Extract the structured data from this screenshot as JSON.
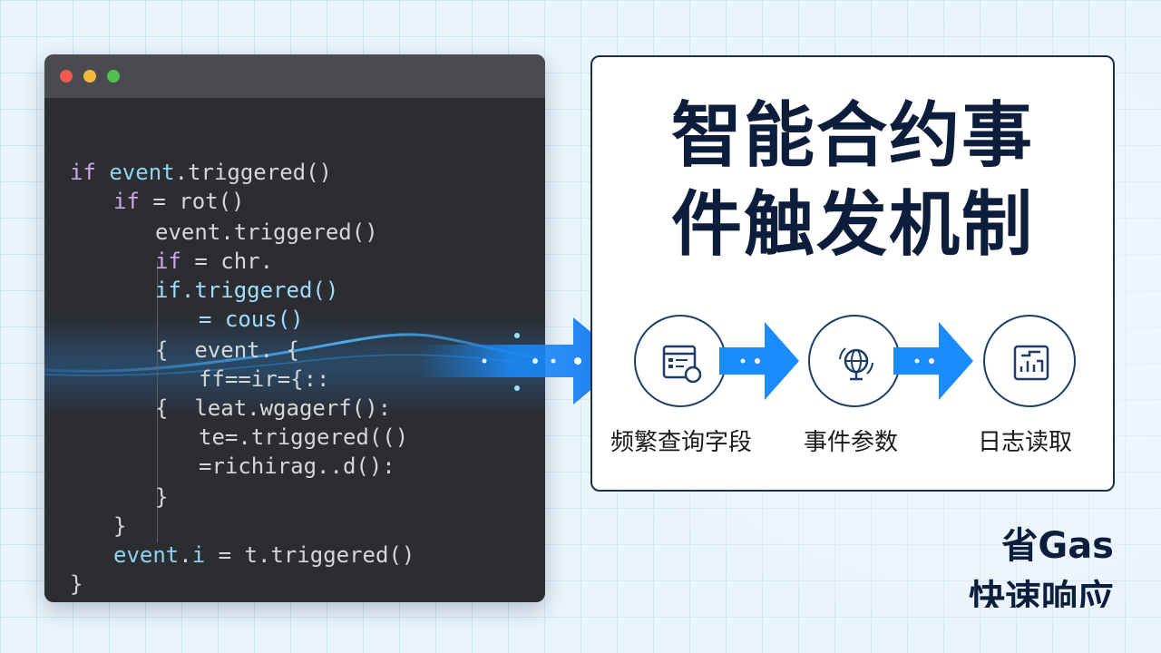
{
  "editor": {
    "lines": [
      {
        "parts": [
          {
            "t": "if",
            "c": "kw"
          },
          {
            "t": " "
          },
          {
            "t": "event",
            "c": "fn"
          },
          {
            "t": ".triggered()"
          }
        ]
      },
      {
        "parts": [
          {
            "t": "if",
            "c": "kw"
          },
          {
            "t": " = rot()"
          }
        ]
      },
      {
        "parts": [
          {
            "t": "event.triggered()"
          }
        ]
      },
      {
        "parts": [
          {
            "t": "if",
            "c": "kw"
          },
          {
            "t": " = chr."
          }
        ]
      },
      {
        "parts": [
          {
            "t": "if.triggered()"
          }
        ]
      },
      {
        "parts": [
          {
            "t": "= cous()"
          }
        ]
      },
      {
        "parts": [
          {
            "t": "{  event. {"
          }
        ]
      },
      {
        "parts": [
          {
            "t": "ff==ir={::"
          }
        ]
      },
      {
        "parts": [
          {
            "t": "{  leat.wgagerf():"
          }
        ]
      },
      {
        "parts": [
          {
            "t": "te=.triggered(()"
          }
        ]
      },
      {
        "parts": [
          {
            "t": "=richirag..d():"
          }
        ]
      },
      {
        "parts": [
          {
            "t": "}"
          }
        ]
      },
      {
        "parts": [
          {
            "t": "}"
          }
        ]
      },
      {
        "parts": [
          {
            "t": "event",
            "c": "fn"
          },
          {
            "t": "."
          },
          {
            "t": "i",
            "c": "fn"
          },
          {
            "t": " = t.triggered()"
          }
        ]
      },
      {
        "parts": [
          {
            "t": "}"
          }
        ]
      }
    ]
  },
  "panel": {
    "title_line1": "智能合约事",
    "title_line2": "件触发机制",
    "steps": [
      {
        "label": "频繁查询字段",
        "icon": "calendar-icon"
      },
      {
        "label": "事件参数",
        "icon": "globe-icon"
      },
      {
        "label": "日志读取",
        "icon": "log-chart-icon"
      }
    ]
  },
  "tags": {
    "line1": "省Gas",
    "line2": "快速响应"
  },
  "colors": {
    "navy": "#0d1e3d",
    "accent_blue": "#1a8cff",
    "editor_bg": "#2b2d31",
    "keyword": "#c8a8e8",
    "identifier": "#8fd3ef"
  }
}
